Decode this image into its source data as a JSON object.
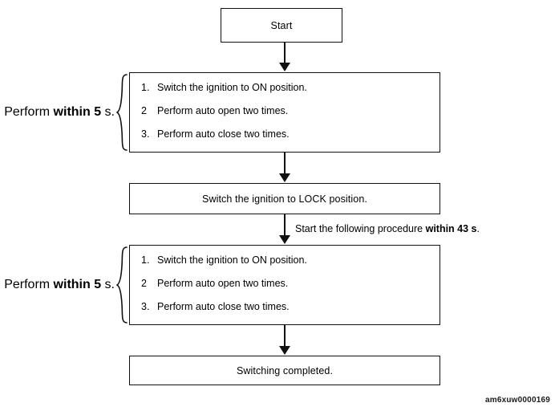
{
  "diagram": {
    "start": {
      "label": "Start"
    },
    "steps_block": {
      "items": [
        {
          "num": "1.",
          "text": "Switch the ignition  to ON position."
        },
        {
          "num": "2",
          "text": "Perform auto open two times."
        },
        {
          "num": "3.",
          "text": "Perform auto close two times."
        }
      ]
    },
    "lock_step": {
      "label": "Switch the ignition  to LOCK position."
    },
    "completed_step": {
      "label": "Switching completed."
    },
    "timing_1": {
      "prefix": "Perform ",
      "emphasis": "within 5",
      "suffix": " s."
    },
    "timing_2": {
      "prefix": "Perform ",
      "emphasis": "within  5",
      "suffix": " s."
    },
    "annotation": {
      "prefix": "Start the following procedure ",
      "emphasis": "within  43  s",
      "suffix": "."
    },
    "figure_id": "am6xuw0000169",
    "colors": {
      "line": "#111111",
      "background": "#ffffff",
      "text": "#000000"
    }
  }
}
